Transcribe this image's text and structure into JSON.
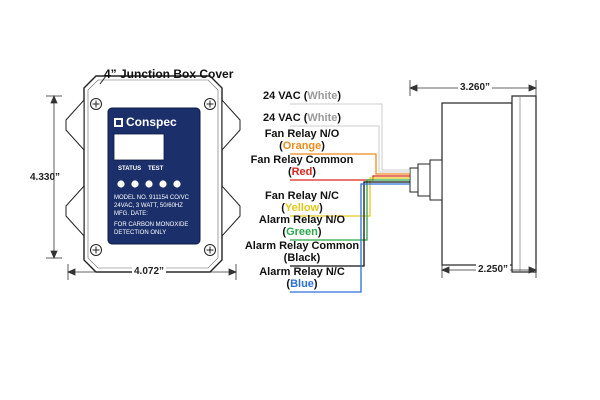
{
  "cover_label": "4” Junction Box Cover",
  "dimensions": {
    "height": "4.330”",
    "width": "4.072”",
    "side_depth": "3.260”",
    "side_height": "2.250”"
  },
  "panel": {
    "brand": "Conspec",
    "status_label": "STATUS",
    "test_label": "TEST",
    "model_line": "MODEL NO. 911154 CO/VC",
    "power_line": "24VAC, 3 WATT, 50/60HZ",
    "date_line": "MFG. DATE:",
    "note_line1": "FOR CARBON MONOXIDE",
    "note_line2": "DETECTION ONLY",
    "panel_color": "#1b2f6b"
  },
  "wires": [
    {
      "name": "24 VAC",
      "color_name": "White",
      "color": "#d8d8d8"
    },
    {
      "name": "24 VAC",
      "color_name": "White",
      "color": "#d8d8d8"
    },
    {
      "name": "Fan Relay N/O",
      "color_name": "Orange",
      "color": "#f08a1c"
    },
    {
      "name": "Fan Relay Common",
      "color_name": "Red",
      "color": "#d9261c"
    },
    {
      "name": "Fan Relay N/C",
      "color_name": "Yellow",
      "color": "#e2c81a"
    },
    {
      "name": "Alarm Relay N/O",
      "color_name": "Green",
      "color": "#2aa84a"
    },
    {
      "name": "Alarm Relay Common",
      "color_name": "Black",
      "color": "#111111"
    },
    {
      "name": "Alarm Relay N/C",
      "color_name": "Blue",
      "color": "#2a6fd6"
    }
  ]
}
